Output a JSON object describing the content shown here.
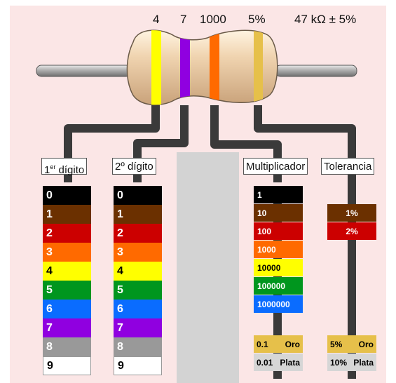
{
  "readouts": {
    "digit1": "4",
    "digit2": "7",
    "multiplier": "1000",
    "tolerance": "5%",
    "resistance": "47 kΩ ± 5%"
  },
  "headers": {
    "digit1_main": "1",
    "digit1_sup": "er",
    "digit1_rest": " dígito",
    "digit2": "2º dígito",
    "multiplier": "Multiplicador",
    "tolerance": "Tolerancia"
  },
  "digit_colors": [
    {
      "value": "0",
      "bg": "#000000",
      "fg": "#ffffff"
    },
    {
      "value": "1",
      "bg": "#6b3000",
      "fg": "#ffffff"
    },
    {
      "value": "2",
      "bg": "#cc0000",
      "fg": "#ffffff"
    },
    {
      "value": "3",
      "bg": "#ff6a00",
      "fg": "#ffffff"
    },
    {
      "value": "4",
      "bg": "#ffff00",
      "fg": "#000000"
    },
    {
      "value": "5",
      "bg": "#00961e",
      "fg": "#ffffff"
    },
    {
      "value": "6",
      "bg": "#0a6cff",
      "fg": "#ffffff"
    },
    {
      "value": "7",
      "bg": "#9000e0",
      "fg": "#ffffff"
    },
    {
      "value": "8",
      "bg": "#999999",
      "fg": "#ffffff"
    },
    {
      "value": "9",
      "bg": "#ffffff",
      "fg": "#000000"
    }
  ],
  "multiplier_colors": [
    {
      "value": "1",
      "bg": "#000000",
      "fg": "#ffffff"
    },
    {
      "value": "10",
      "bg": "#6b3000",
      "fg": "#ffffff"
    },
    {
      "value": "100",
      "bg": "#cc0000",
      "fg": "#ffffff"
    },
    {
      "value": "1000",
      "bg": "#ff6a00",
      "fg": "#ffffff"
    },
    {
      "value": "10000",
      "bg": "#ffff00",
      "fg": "#000000"
    },
    {
      "value": "100000",
      "bg": "#00961e",
      "fg": "#ffffff"
    },
    {
      "value": "1000000",
      "bg": "#0a6cff",
      "fg": "#ffffff"
    }
  ],
  "multiplier_metal": [
    {
      "value": "0.1",
      "name": "Oro",
      "bg": "#e6c04a",
      "fg": "#000000"
    },
    {
      "value": "0.01",
      "name": "Plata",
      "bg": "#d6d6d6",
      "fg": "#000000"
    }
  ],
  "tolerance_colors": [
    {
      "value": "1%",
      "bg": "#6b3000",
      "fg": "#ffffff"
    },
    {
      "value": "2%",
      "bg": "#cc0000",
      "fg": "#ffffff"
    }
  ],
  "tolerance_metal": [
    {
      "value": "5%",
      "name": "Oro",
      "bg": "#e6c04a",
      "fg": "#000000"
    },
    {
      "value": "10%",
      "name": "Plata",
      "bg": "#d6d6d6",
      "fg": "#000000"
    }
  ],
  "bands": {
    "band1": "#ffff00",
    "band2": "#9000e0",
    "band3": "#ff6a00",
    "band4": "#e6c04a"
  },
  "colors": {
    "panel": "#fbe6e6",
    "wire": "#3a3a3a",
    "body": "#f0d4b0",
    "slot": "#d3d3d3"
  }
}
